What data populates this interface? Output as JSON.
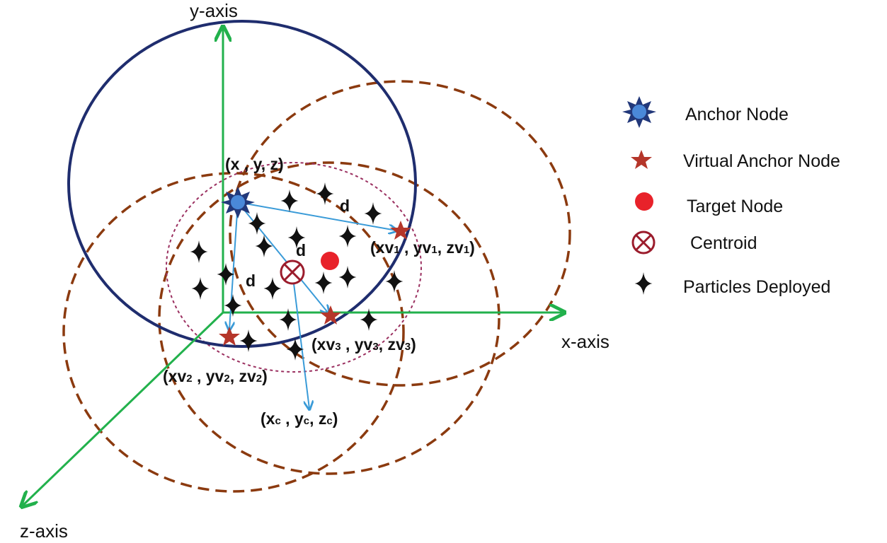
{
  "axes": {
    "y": "y-axis",
    "x": "x-axis",
    "z": "z-axis"
  },
  "labels": {
    "anchor": "(x , y, z)",
    "v1": {
      "base": "(xv",
      "s1": "1",
      "mid": " , yv",
      "s2": "1",
      "mid2": ", zv",
      "s3": "1",
      "end": ")"
    },
    "v2": {
      "base": "(xv",
      "s1": "2",
      "mid": " , yv",
      "s2": "2",
      "mid2": ", zv",
      "s3": "2",
      "end": ")"
    },
    "v3": {
      "base": "(xv",
      "s1": "3",
      "mid": " , yv",
      "s2": "3",
      "mid2": ", zv",
      "s3": "3",
      "end": ")"
    },
    "centroid": {
      "base": "(x",
      "s1": "c",
      "mid": " , y",
      "s2": "c",
      "mid2": ", z",
      "s3": "c",
      "end": ")"
    },
    "distance": "d"
  },
  "legend": {
    "items": [
      {
        "label": "Anchor Node",
        "icon": "blue-star-icon"
      },
      {
        "label": "Virtual Anchor Node",
        "icon": "red-star-icon"
      },
      {
        "label": "Target Node",
        "icon": "red-dot-icon"
      },
      {
        "label": "Centroid",
        "icon": "circled-cross-icon"
      },
      {
        "label": "Particles Deployed",
        "icon": "four-point-star-icon"
      }
    ]
  },
  "colors": {
    "axis": "#22b14c",
    "anchor_circle": "#1f2d6e",
    "dashed_circle": "#8b3a0f",
    "dotted_circle": "#9b3060",
    "anchor_star": "#3a6fc4",
    "virtual_star": "#b5362a",
    "target": "#e8222a",
    "centroid": "#9b1c2c",
    "arrow": "#3a9bd8",
    "particle": "#111111"
  }
}
